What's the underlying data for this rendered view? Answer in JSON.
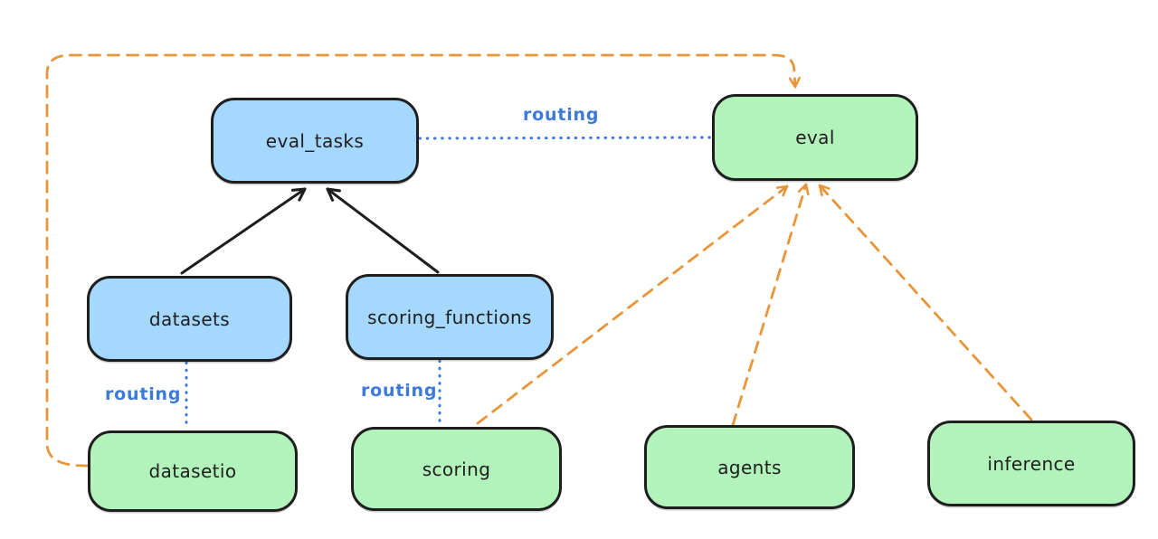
{
  "colors": {
    "background": "#ffffff",
    "node_stroke": "#1e1e1e",
    "registry_node_fill": "#a5d8ff",
    "provider_node_fill": "#b2f2bb",
    "routing_edge_color": "#3d79d9",
    "provider_edge_color": "#e8953a",
    "solid_edge_color": "#1e1e1e"
  },
  "nodes": {
    "eval_tasks": {
      "label": "eval_tasks",
      "kind": "registry"
    },
    "eval": {
      "label": "eval",
      "kind": "api"
    },
    "datasets": {
      "label": "datasets",
      "kind": "registry"
    },
    "scoring_functions": {
      "label": "scoring_functions",
      "kind": "registry"
    },
    "datasetio": {
      "label": "datasetio",
      "kind": "api"
    },
    "scoring": {
      "label": "scoring",
      "kind": "api"
    },
    "agents": {
      "label": "agents",
      "kind": "api"
    },
    "inference": {
      "label": "inference",
      "kind": "api"
    }
  },
  "edges": {
    "eval_tasks_to_eval": {
      "label": "routing",
      "style": "blue-dotted"
    },
    "datasets_to_datasetio": {
      "label": "routing",
      "style": "blue-dotted"
    },
    "scoring_functions_to_scoring": {
      "label": "routing",
      "style": "blue-dotted"
    },
    "datasets_to_eval_tasks": {
      "style": "black-solid-arrow"
    },
    "scoring_functions_to_eval_tasks": {
      "style": "black-solid-arrow"
    },
    "datasetio_to_eval": {
      "style": "orange-dashed-arrow"
    },
    "scoring_to_eval": {
      "style": "orange-dashed-arrow"
    },
    "agents_to_eval": {
      "style": "orange-dashed-arrow"
    },
    "inference_to_eval": {
      "style": "orange-dashed-arrow"
    }
  }
}
